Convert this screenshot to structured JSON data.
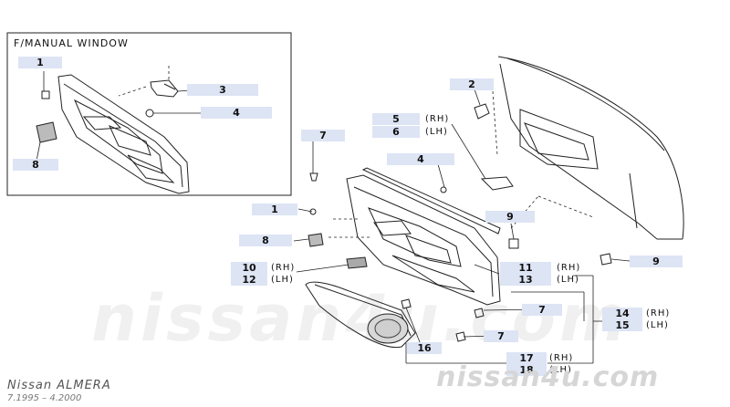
{
  "inset": {
    "title": "F/MANUAL WINDOW"
  },
  "callouts": {
    "inset_1": "1",
    "inset_3": "3",
    "inset_4": "4",
    "inset_8": "8",
    "main_2": "2",
    "main_5": "5",
    "main_6": "6",
    "main_7_top": "7",
    "main_4": "4",
    "main_1": "1",
    "main_8": "8",
    "main_9_a": "9",
    "main_9_b": "9",
    "main_10": "10",
    "main_12": "12",
    "main_11": "11",
    "main_13": "13",
    "main_7_b": "7",
    "main_7_c": "7",
    "main_16": "16",
    "main_14": "14",
    "main_15": "15",
    "main_17": "17",
    "main_18": "18"
  },
  "side_tags": {
    "rh": "(RH)",
    "lh": "(LH)"
  },
  "footer": {
    "model": "Nissan ALMERA",
    "years": "7.1995 – 4.2000"
  },
  "watermark": "nissan4u.com",
  "site": "nissan4u.com"
}
